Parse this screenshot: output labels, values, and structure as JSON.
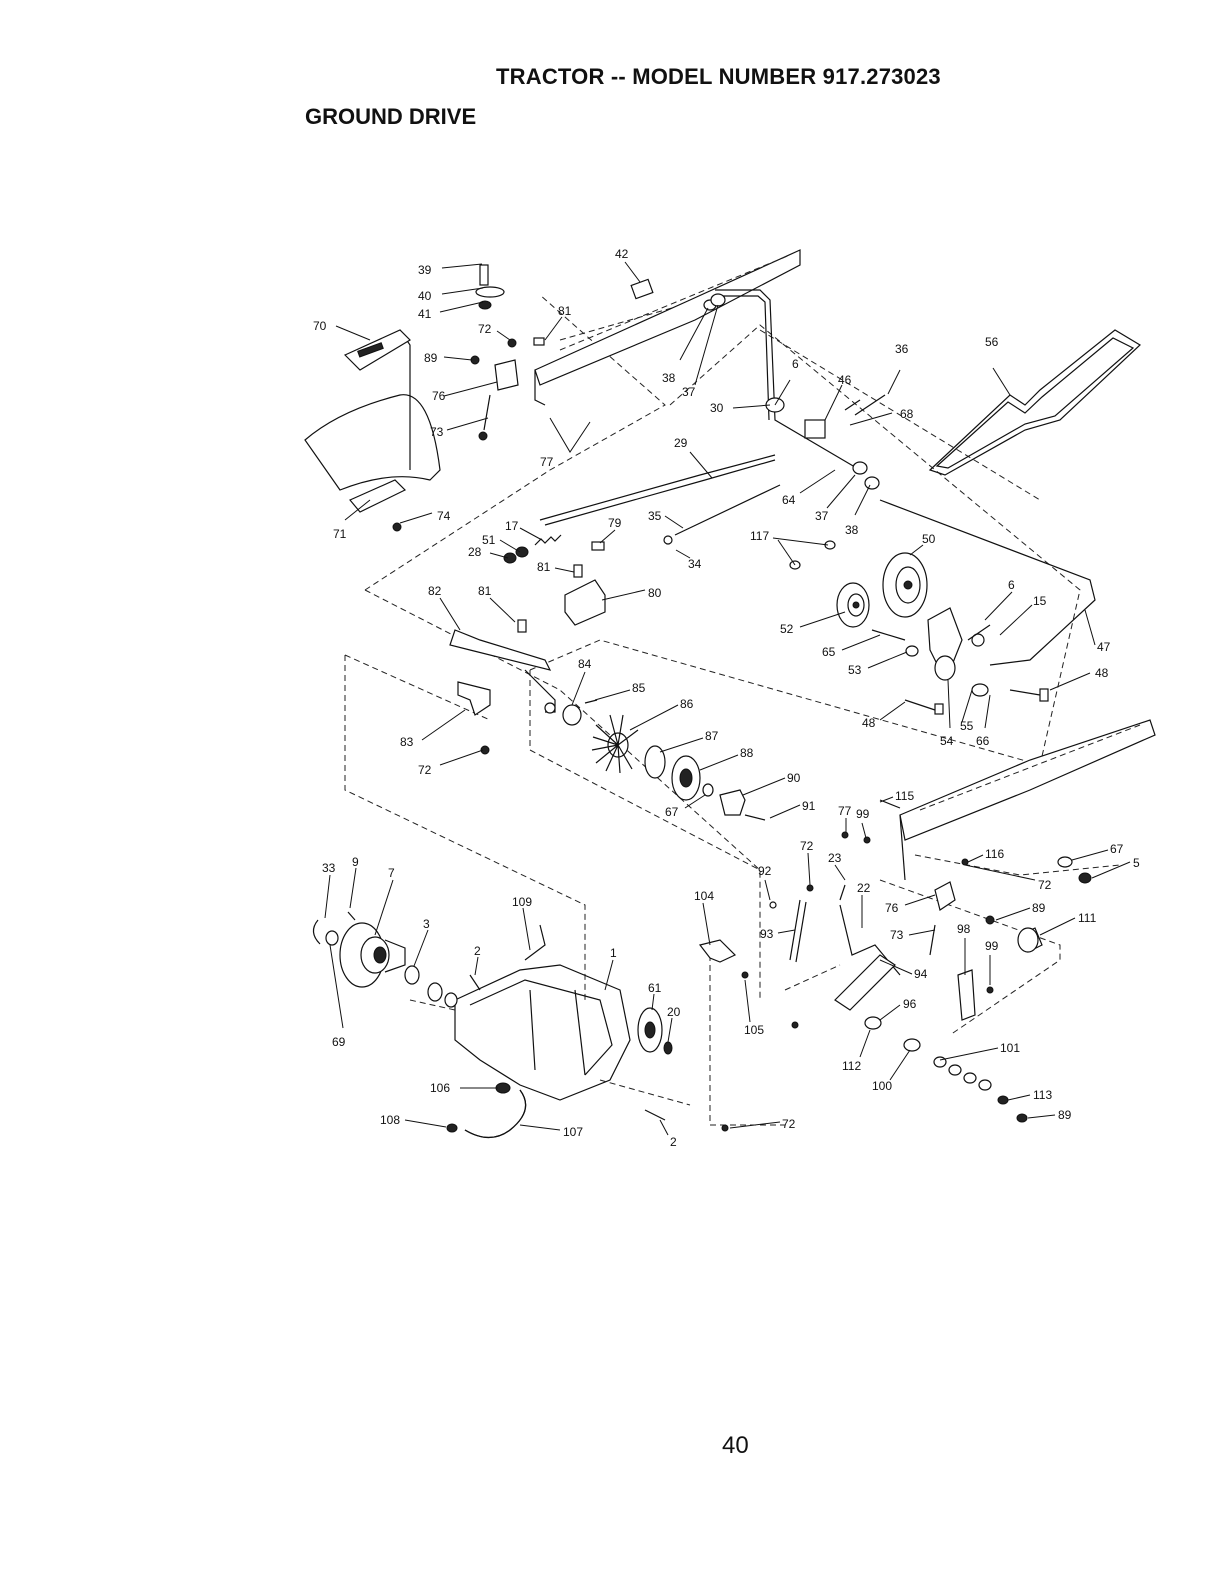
{
  "header": {
    "title": "TRACTOR -- MODEL NUMBER 917.273023",
    "section": "GROUND DRIVE"
  },
  "footer": {
    "page_number": "40"
  },
  "callouts": [
    "39",
    "40",
    "41",
    "42",
    "81",
    "70",
    "72",
    "89",
    "76",
    "73",
    "77",
    "38",
    "37",
    "30",
    "6",
    "46",
    "36",
    "68",
    "56",
    "29",
    "64",
    "37",
    "38",
    "71",
    "74",
    "17",
    "51",
    "28",
    "79",
    "35",
    "34",
    "117",
    "50",
    "6",
    "15",
    "81",
    "80",
    "82",
    "81",
    "52",
    "65",
    "53",
    "47",
    "48",
    "84",
    "85",
    "86",
    "48",
    "55",
    "54",
    "66",
    "83",
    "72",
    "87",
    "88",
    "90",
    "67",
    "91",
    "115",
    "77",
    "99",
    "116",
    "67",
    "5",
    "72",
    "23",
    "22",
    "72",
    "76",
    "89",
    "111",
    "92",
    "104",
    "93",
    "73",
    "98",
    "99",
    "94",
    "33",
    "9",
    "7",
    "3",
    "109",
    "2",
    "1",
    "61",
    "20",
    "105",
    "96",
    "69",
    "112",
    "101",
    "100",
    "106",
    "113",
    "89",
    "108",
    "107",
    "2",
    "72"
  ]
}
